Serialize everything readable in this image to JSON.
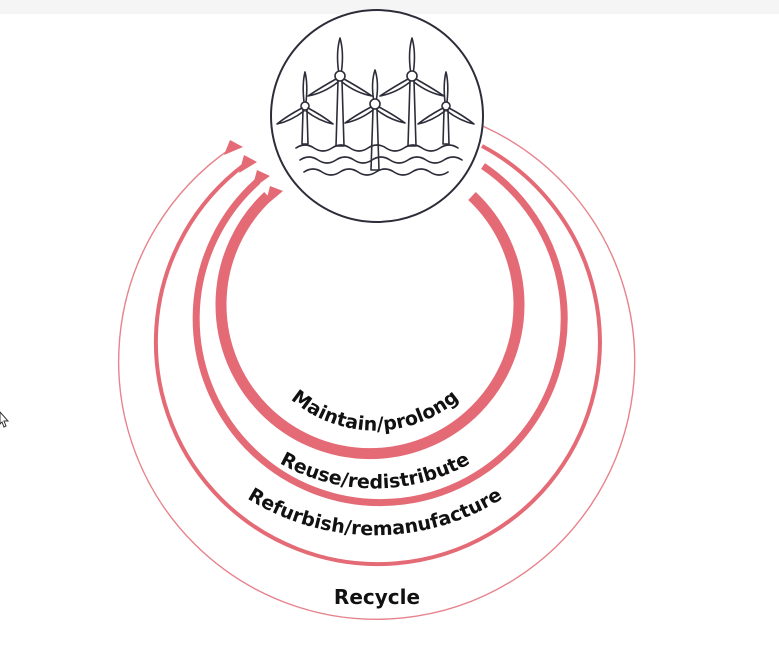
{
  "colors": {
    "loop": "#e46b76",
    "loop_light": "#e7838c",
    "circle_stroke": "#2d2d3a",
    "label": "#111111"
  },
  "hub": {
    "icon": "offshore-wind-turbines-icon"
  },
  "loops": [
    {
      "id": "maintain",
      "label": "Maintain/prolong"
    },
    {
      "id": "reuse",
      "label": "Reuse/redistribute"
    },
    {
      "id": "refurbish",
      "label": "Refurbish/remanufacture"
    },
    {
      "id": "recycle",
      "label": "Recycle"
    }
  ]
}
